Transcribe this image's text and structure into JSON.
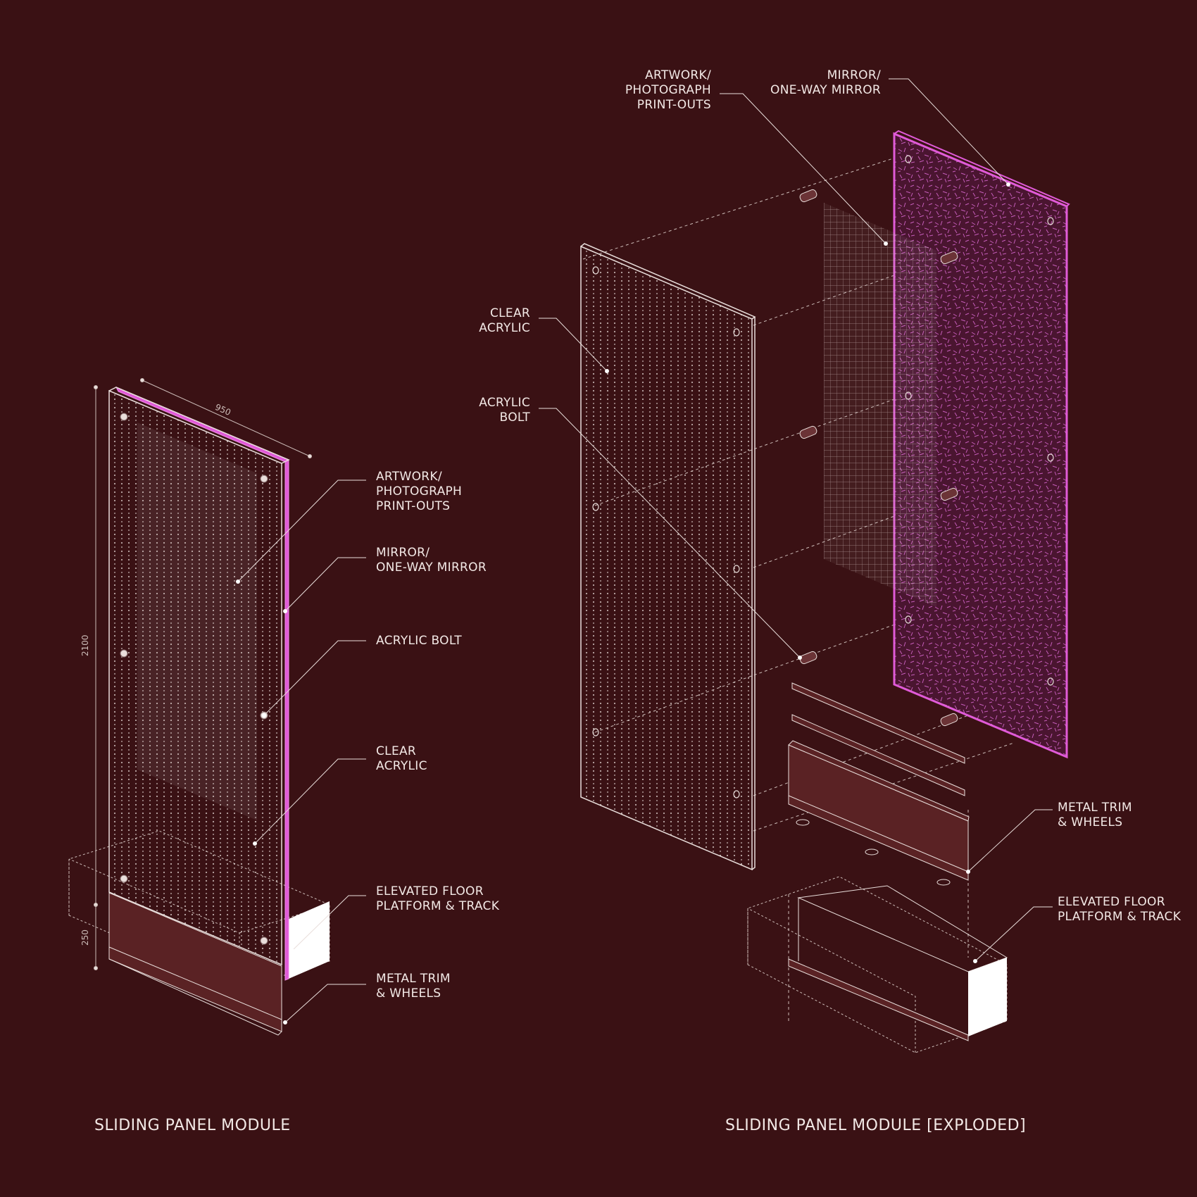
{
  "colors": {
    "background": "#3a1114",
    "line": "#e9dedb",
    "mirror": "#e05ad8",
    "track": "#5a2224",
    "platform_face": "#ffffff"
  },
  "left": {
    "title": "SLIDING PANEL MODULE",
    "dimensions": {
      "width": "950",
      "height": "2100",
      "platform": "250"
    },
    "labels": {
      "artwork": "ARTWORK/\nPHOTOGRAPH\nPRINT-OUTS",
      "mirror": "MIRROR/\nONE-WAY MIRROR",
      "bolt": "ACRYLIC BOLT",
      "acrylic": "CLEAR\nACRYLIC",
      "platform": "ELEVATED FLOOR\nPLATFORM & TRACK",
      "trim": "METAL TRIM\n& WHEELS"
    }
  },
  "right": {
    "title": "SLIDING PANEL MODULE [EXPLODED]",
    "labels": {
      "artwork": "ARTWORK/\nPHOTOGRAPH\nPRINT-OUTS",
      "mirror": "MIRROR/\nONE-WAY MIRROR",
      "acrylic": "CLEAR\nACRYLIC",
      "bolt": "ACRYLIC\nBOLT",
      "trim": "METAL TRIM\n& WHEELS",
      "platform": "ELEVATED FLOOR\nPLATFORM & TRACK"
    }
  }
}
